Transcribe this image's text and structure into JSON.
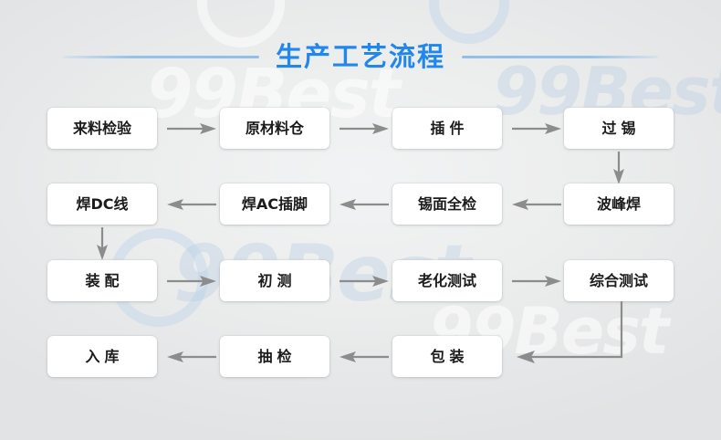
{
  "page": {
    "title": "生产工艺流程",
    "background_color": "#e9eaeb",
    "title_color": "#2187ec",
    "rule_color": "#93bfe7",
    "node_fill": "#ffffff",
    "node_text_color": "#1b1b1b",
    "arrow_color": "#8c8c8c",
    "watermark_text": "99Best"
  },
  "flow": {
    "rows": [
      {
        "row": 1,
        "direction": "left-to-right",
        "nodes": [
          {
            "id": "n1",
            "label": "来料检验",
            "spaced": false
          },
          {
            "id": "n2",
            "label": "原材料仓",
            "spaced": false
          },
          {
            "id": "n3",
            "label": "插件",
            "spaced": true
          },
          {
            "id": "n4",
            "label": "过锡",
            "spaced": true
          }
        ]
      },
      {
        "row": 2,
        "direction": "right-to-left",
        "nodes": [
          {
            "id": "n8",
            "label": "焊DC线",
            "spaced": false
          },
          {
            "id": "n7",
            "label": "焊AC插脚",
            "spaced": false
          },
          {
            "id": "n6",
            "label": "锡面全检",
            "spaced": false
          },
          {
            "id": "n5",
            "label": "波峰焊",
            "spaced": false
          }
        ]
      },
      {
        "row": 3,
        "direction": "left-to-right",
        "nodes": [
          {
            "id": "n9",
            "label": "装配",
            "spaced": true
          },
          {
            "id": "n10",
            "label": "初测",
            "spaced": true
          },
          {
            "id": "n11",
            "label": "老化测试",
            "spaced": false
          },
          {
            "id": "n12",
            "label": "综合测试",
            "spaced": false
          }
        ]
      },
      {
        "row": 4,
        "direction": "right-to-left",
        "nodes": [
          {
            "id": "n15",
            "label": "入库",
            "spaced": true
          },
          {
            "id": "n14",
            "label": "抽检",
            "spaced": true
          },
          {
            "id": "n13",
            "label": "包装",
            "spaced": true
          }
        ]
      }
    ],
    "connectors": [
      {
        "id": "c1",
        "from": "来料检验",
        "to": "原材料仓",
        "type": "arrow-right"
      },
      {
        "id": "c2",
        "from": "原材料仓",
        "to": "插件",
        "type": "arrow-right"
      },
      {
        "id": "c3",
        "from": "插件",
        "to": "过锡",
        "type": "arrow-right"
      },
      {
        "id": "c4",
        "from": "过锡",
        "to": "波峰焊",
        "type": "arrow-down"
      },
      {
        "id": "c5",
        "from": "波峰焊",
        "to": "锡面全检",
        "type": "arrow-left"
      },
      {
        "id": "c6",
        "from": "锡面全检",
        "to": "焊AC插脚",
        "type": "arrow-left"
      },
      {
        "id": "c7",
        "from": "焊AC插脚",
        "to": "焊DC线",
        "type": "arrow-left"
      },
      {
        "id": "c8",
        "from": "焊DC线",
        "to": "装配",
        "type": "arrow-down"
      },
      {
        "id": "c9",
        "from": "装配",
        "to": "初测",
        "type": "arrow-right"
      },
      {
        "id": "c10",
        "from": "初测",
        "to": "老化测试",
        "type": "arrow-right"
      },
      {
        "id": "c11",
        "from": "老化测试",
        "to": "综合测试",
        "type": "arrow-right"
      },
      {
        "id": "c12",
        "from": "综合测试",
        "to": "包装",
        "type": "elbow-down-left"
      },
      {
        "id": "c13",
        "from": "包装",
        "to": "抽检",
        "type": "arrow-left"
      },
      {
        "id": "c14",
        "from": "抽检",
        "to": "入库",
        "type": "arrow-left"
      }
    ]
  }
}
